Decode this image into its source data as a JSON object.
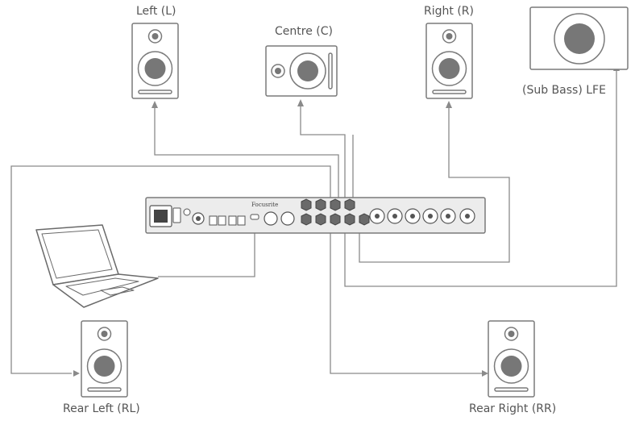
{
  "labels": {
    "left": "Left (L)",
    "centre": "Centre (C)",
    "right": "Right (R)",
    "lfe": "(Sub Bass) LFE",
    "rear_left": "Rear Left (RL)",
    "rear_right": "Rear Right (RR)"
  },
  "interface": {
    "brand": "Focusrite"
  },
  "colors": {
    "line": "#8a8a8a",
    "speaker_stroke": "#7a7a7a",
    "cone": "#777777",
    "device_fill": "#ececec",
    "jack_fill": "#6a6a6a"
  }
}
